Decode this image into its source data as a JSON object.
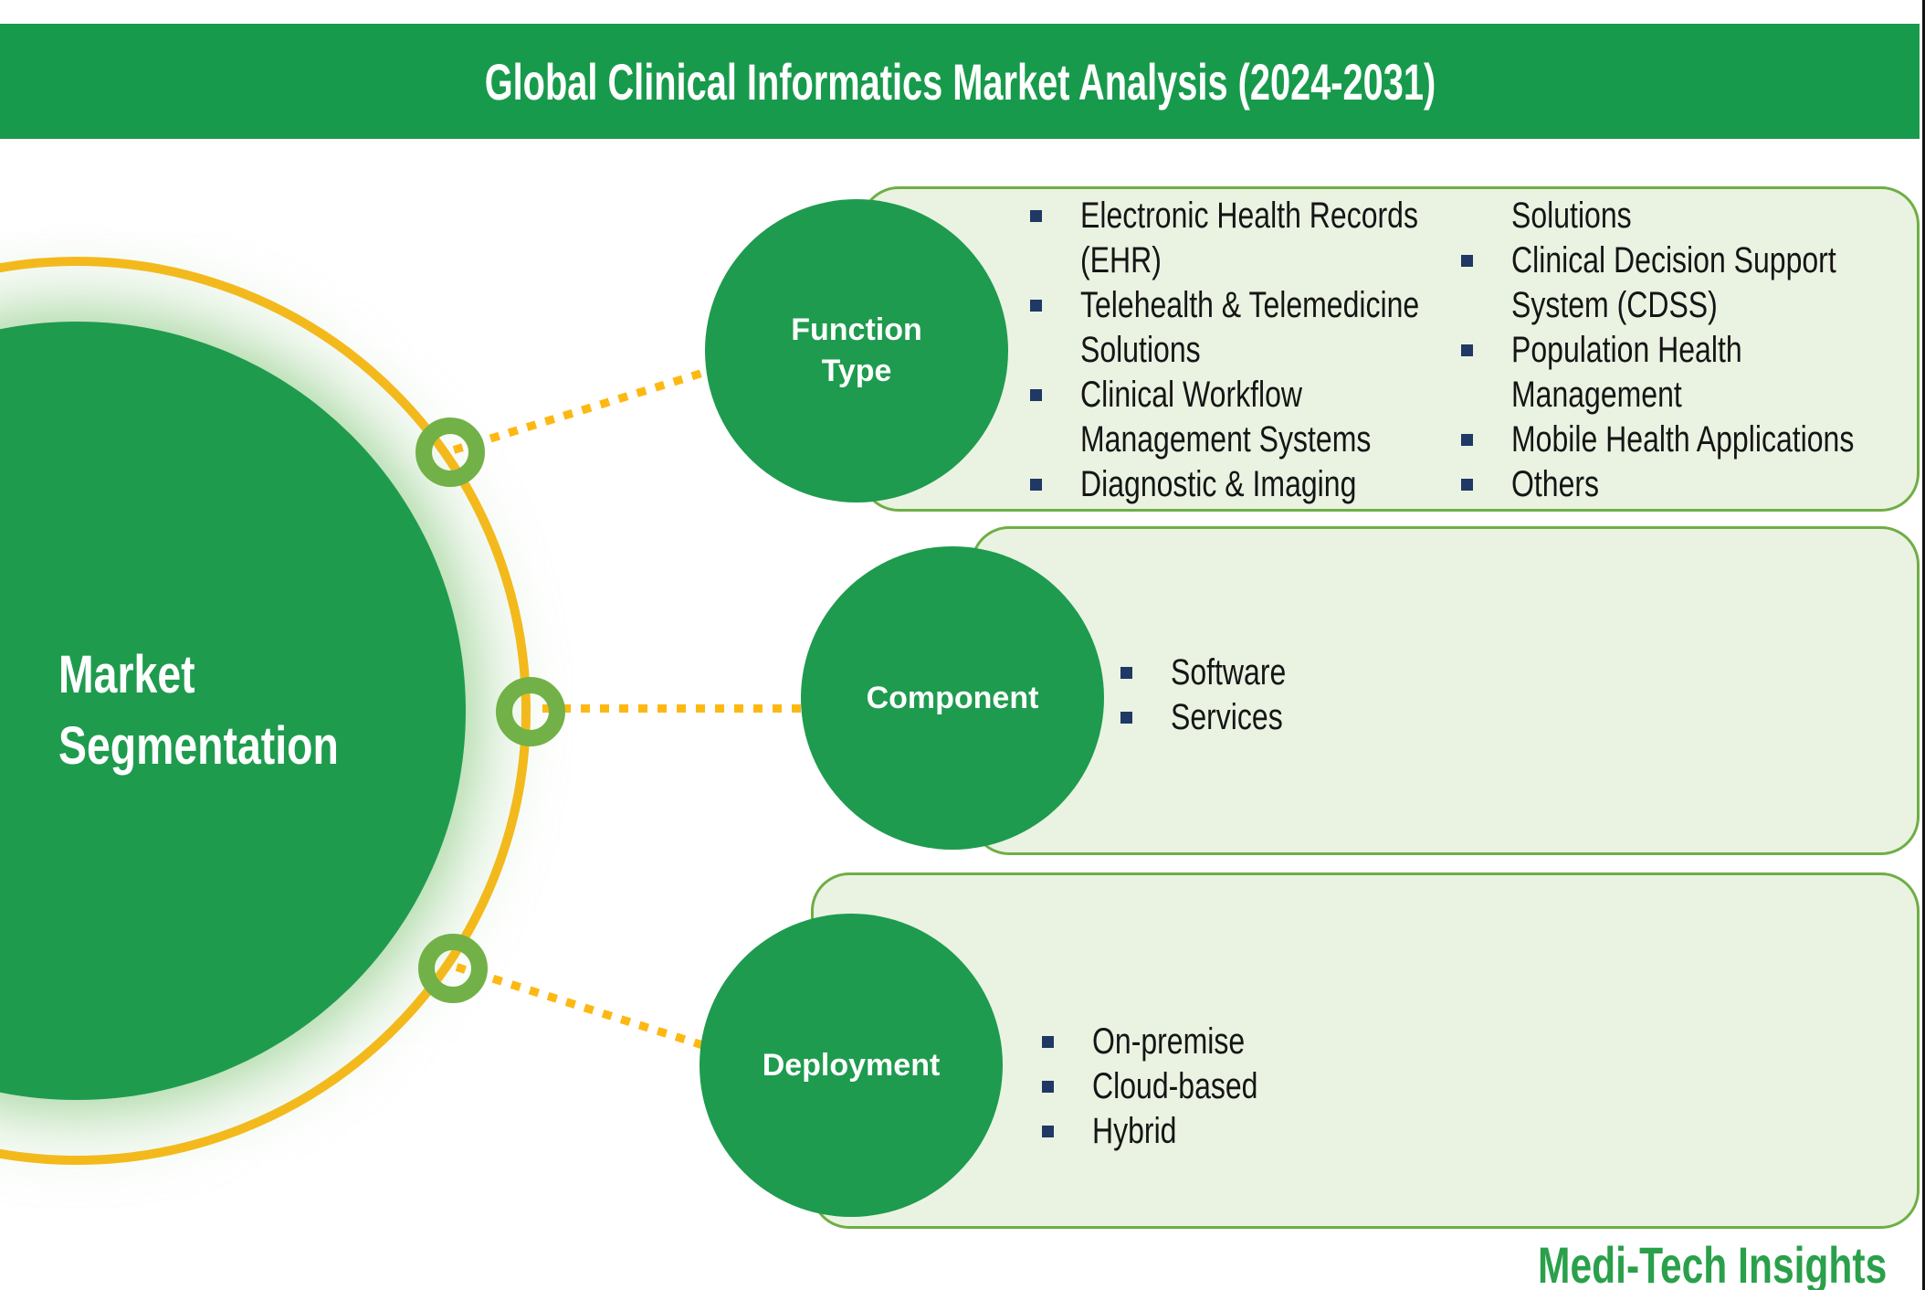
{
  "title": "Global Clinical Informatics Market Analysis (2024-2031)",
  "hub": {
    "label": "Market\nSegmentation"
  },
  "segments": {
    "function_type": {
      "label": "Function Type",
      "col1": [
        {
          "bullet": true,
          "text": "Electronic Health Records"
        },
        {
          "bullet": false,
          "text": "(EHR)"
        },
        {
          "bullet": true,
          "text": "Telehealth & Telemedicine"
        },
        {
          "bullet": false,
          "text": "Solutions"
        },
        {
          "bullet": true,
          "text": "Clinical Workflow"
        },
        {
          "bullet": false,
          "text": "Management Systems"
        },
        {
          "bullet": true,
          "text": "Diagnostic & Imaging"
        }
      ],
      "col2": [
        {
          "bullet": false,
          "text": "Solutions"
        },
        {
          "bullet": true,
          "text": "Clinical Decision Support"
        },
        {
          "bullet": false,
          "text": "System (CDSS)"
        },
        {
          "bullet": true,
          "text": "Population Health"
        },
        {
          "bullet": false,
          "text": "Management"
        },
        {
          "bullet": true,
          "text": "Mobile Health Applications"
        },
        {
          "bullet": true,
          "text": "Others"
        }
      ]
    },
    "component": {
      "label": "Component",
      "items": [
        {
          "bullet": true,
          "text": "Software"
        },
        {
          "bullet": true,
          "text": "Services"
        }
      ]
    },
    "deployment": {
      "label": "Deployment",
      "items": [
        {
          "bullet": true,
          "text": "On-premise"
        },
        {
          "bullet": true,
          "text": "Cloud-based"
        },
        {
          "bullet": true,
          "text": "Hybrid"
        }
      ]
    }
  },
  "logo": {
    "text": "Medi-Tech Insights"
  },
  "colors": {
    "banner_green": "#189a4c",
    "circle_green": "#1e9b4e",
    "box_fill": "#eaf3e2",
    "box_border": "#6fae45",
    "ring_gold": "#fdb813",
    "node_green": "#72b147",
    "bullet_navy": "#1f3864",
    "logo_green": "#2aa04b"
  }
}
